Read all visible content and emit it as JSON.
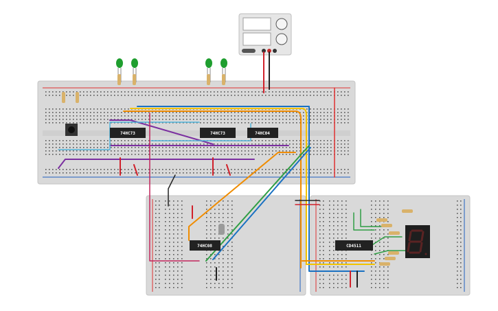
{
  "chips": {
    "u1": "74HC73",
    "u2": "74HC73",
    "u3": "74HC04",
    "u4": "74HC08",
    "u5": "CD4511"
  },
  "colors": {
    "breadboard": "#d9d9d9",
    "rail_red": "#e03131",
    "rail_blue": "#1f5fbf",
    "led": "#1f9e2f",
    "wire_orange": "#f08c00",
    "wire_yellow": "#f2c400",
    "wire_purple": "#7b2fa0",
    "wire_cyan": "#4fb3d9",
    "wire_green": "#2f9e44",
    "wire_magenta": "#c2255c",
    "wire_blue": "#1971c2",
    "wire_black": "#222222",
    "wire_red": "#d0202a"
  }
}
